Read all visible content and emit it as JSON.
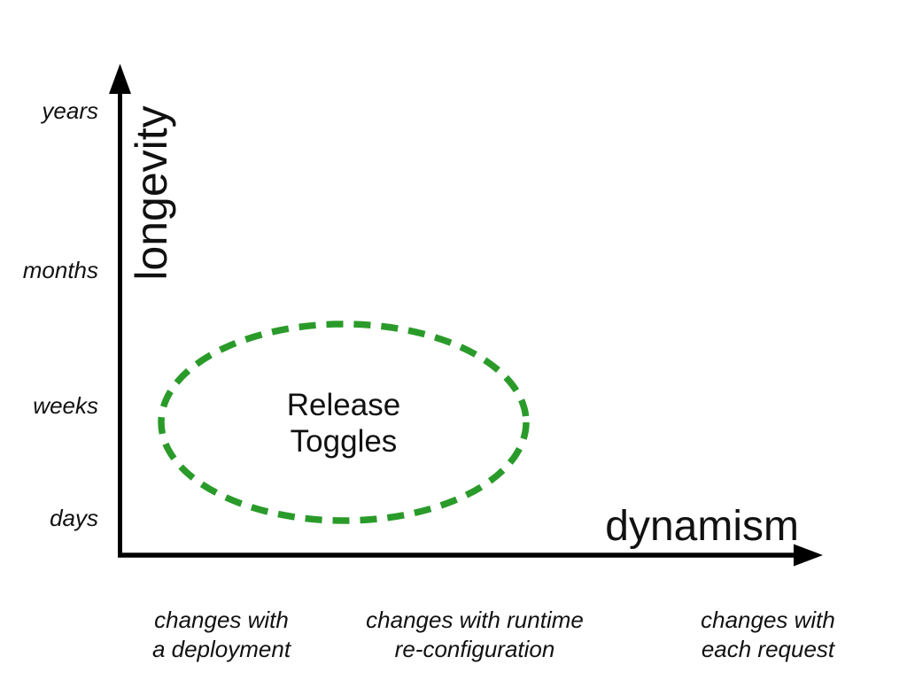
{
  "colors": {
    "background": "#ffffff",
    "axis": "#000000",
    "text": "#111111",
    "annotation_green": "#2a9b2a"
  },
  "chart_data": {
    "type": "scatter",
    "title": "",
    "xlabel": "dynamism",
    "ylabel": "longevity",
    "grid": false,
    "legend": false,
    "axes_style": "qualitative axes with arrowheads, no numeric scale",
    "y_tick_labels": [
      "years",
      "months",
      "weeks",
      "days"
    ],
    "x_tick_labels": [
      {
        "line1": "changes with",
        "line2": "a deployment"
      },
      {
        "line1": "changes with runtime",
        "line2": "re-configuration"
      },
      {
        "line1": "changes with",
        "line2": "each request"
      }
    ],
    "annotation": {
      "label_line1": "Release",
      "label_line2": "Toggles",
      "shape": "dashed-ellipse",
      "color": "#2a9b2a",
      "x_extent": "spans from 'changes with a deployment' toward 'changes with runtime re-configuration'",
      "y_extent": "spans roughly from 'days' up to 'weeks'"
    }
  }
}
